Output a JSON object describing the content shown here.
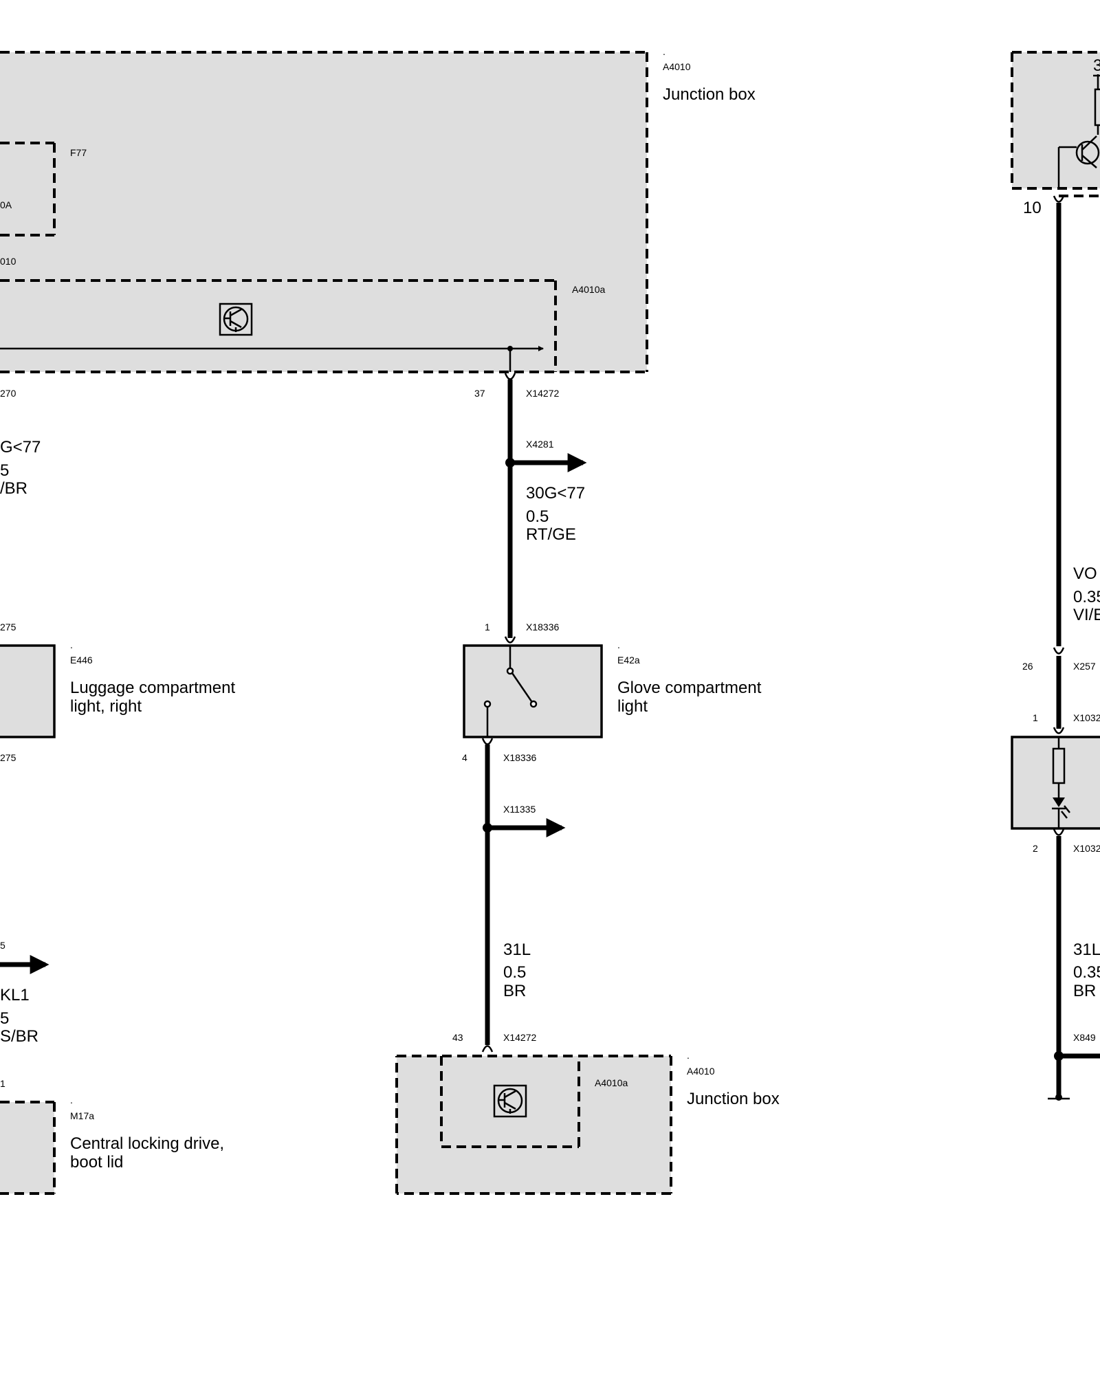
{
  "blocks": {
    "junction_box_top": {
      "dot": ".",
      "code": "A4010",
      "name": "Junction box",
      "sub_code": "A4010a"
    },
    "fuse": {
      "code": "F77",
      "rating": "0A",
      "ref": "010"
    },
    "junction_box_bottom": {
      "dot": ".",
      "code": "A4010",
      "name": "Junction box",
      "sub_code": "A4010a"
    },
    "glove_light": {
      "dot": ".",
      "code": "E42a",
      "name_line1": "Glove compartment",
      "name_line2": "light"
    },
    "luggage_light": {
      "dot": ".",
      "code": "E446",
      "name_line1": "Luggage compartment",
      "name_line2": "light, right"
    },
    "central_locking": {
      "dot": ".",
      "code": "M17a",
      "name_line1": "Central locking drive,",
      "name_line2": "boot lid"
    }
  },
  "pins": {
    "p37": "37",
    "x14272_top": "X14272",
    "x4281": "X4281",
    "p1": "1",
    "x18336_top": "X18336",
    "p4": "4",
    "x18336_bot": "X18336",
    "x11335": "X11335",
    "p43": "43",
    "x14272_bot": "X14272",
    "left_270": "270",
    "left_275a": "275",
    "left_275b": "275",
    "left_5": "5",
    "left_1": "1",
    "r_top": "3",
    "r_10": "10",
    "r_26": "26",
    "r_x257": "X257",
    "r_1": "1",
    "r_x1032a": "X1032",
    "r_2": "2",
    "r_x1032b": "X1032",
    "r_x849": "X849"
  },
  "wires": {
    "center_top": {
      "signal": "30G<77",
      "gauge": "0.5",
      "color": "RT/GE"
    },
    "center_bottom": {
      "signal": "31L",
      "gauge": "0.5",
      "color": "BR"
    },
    "left_top": {
      "signal": "G<77",
      "gauge": "5",
      "color": "/BR"
    },
    "left_bottom": {
      "signal": "KL1",
      "gauge": "5",
      "color": "S/BR"
    },
    "right_top": {
      "signal": "VO",
      "gauge": "0.35",
      "color": "VI/E"
    },
    "right_bottom": {
      "signal": "31L",
      "gauge": "0.35",
      "color": "BR"
    }
  }
}
